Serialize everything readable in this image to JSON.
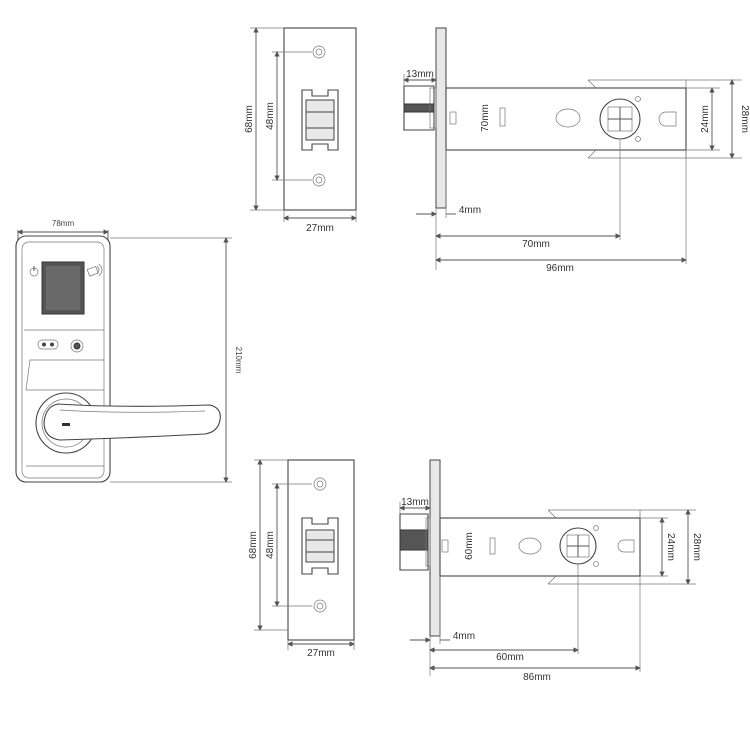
{
  "handle": {
    "width_label": "78mm",
    "height_label": "210mm"
  },
  "strike_top": {
    "height_label": "68mm",
    "hole_spacing_label": "48mm",
    "width_label": "27mm"
  },
  "latch_top": {
    "face_label": "13mm",
    "slot_label": "70mm",
    "inner_height_label": "24mm",
    "outer_height_label": "28mm",
    "faceplate_label": "4mm",
    "backset_label": "70mm",
    "length_label": "96mm"
  },
  "strike_bottom": {
    "height_label": "68mm",
    "hole_spacing_label": "48mm",
    "width_label": "27mm"
  },
  "latch_bottom": {
    "face_label": "13mm",
    "slot_label": "60mm",
    "inner_height_label": "24mm",
    "outer_height_label": "28mm",
    "faceplate_label": "4mm",
    "backset_label": "60mm",
    "length_label": "86mm"
  },
  "icons": [
    "power-icon",
    "rfid-card-icon",
    "keyhole-icon"
  ]
}
